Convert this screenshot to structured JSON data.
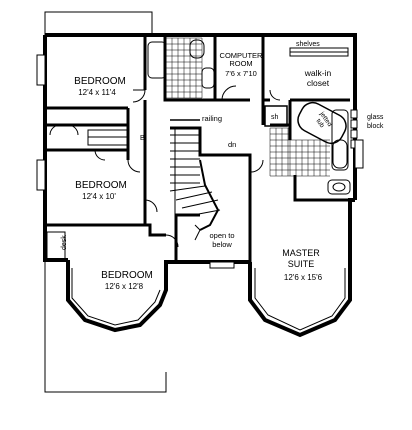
{
  "rooms": {
    "bedroom_nw": {
      "name": "BEDROOM",
      "size": "12'4 x 11'4"
    },
    "bedroom_w": {
      "name": "BEDROOM",
      "size": "12'4 x 10'"
    },
    "bedroom_sw": {
      "name": "BEDROOM",
      "size": "12'6 x 12'8"
    },
    "computer_room": {
      "name": "COMPUTER ROOM",
      "size": "7'6 x 7'10"
    },
    "master_suite": {
      "name": "MASTER SUITE",
      "size": "12'6 x 15'6"
    }
  },
  "labels": {
    "shelves": "shelves",
    "walk_in_closet": "walk-in closet",
    "glass_block": "glass block",
    "jetted_tub": "jetted tub",
    "shower": "sh",
    "railing": "railing",
    "down": "dn",
    "open_below": "open to below",
    "desk": "desk",
    "b": "B"
  }
}
